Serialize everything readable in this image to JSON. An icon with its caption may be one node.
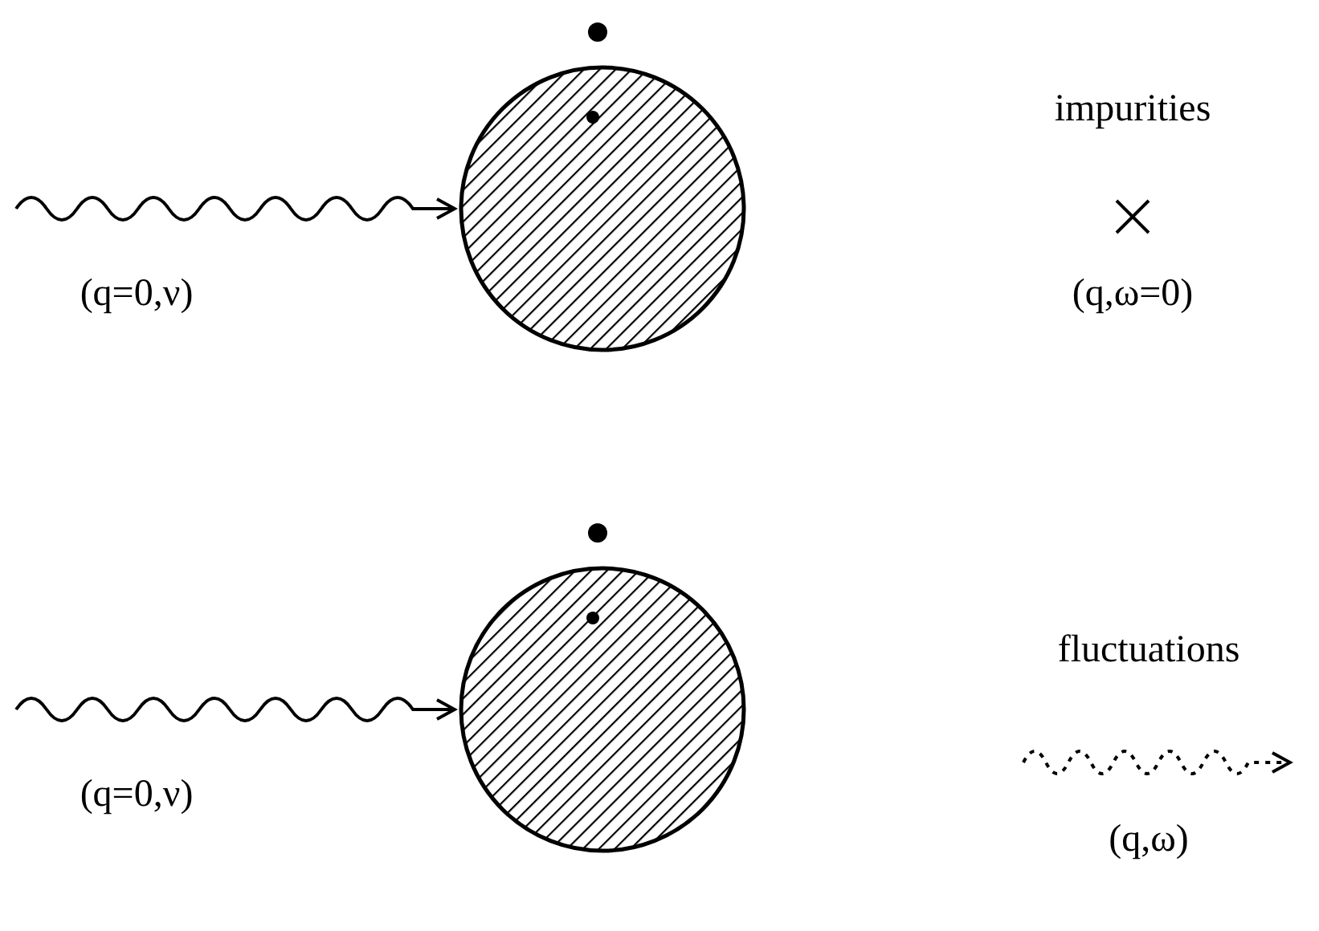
{
  "diagram": {
    "nodes": [
      {
        "text": [],
        "shape": "circle"
      },
      {
        "text": [
          "impurities"
        ]
      },
      {
        "text": [],
        "shape": "circle"
      },
      {
        "text": [
          "fluctuations"
        ]
      }
    ],
    "labels": [
      "(q,ω=0)",
      "(q,ω)"
    ],
    "edges": [
      {
        "from": null,
        "to": 0,
        "arrow": "to",
        "label": "(q=0,ν)"
      },
      {
        "from": null,
        "to": 2,
        "arrow": "to",
        "label": "(q=0,ν)"
      }
    ]
  }
}
